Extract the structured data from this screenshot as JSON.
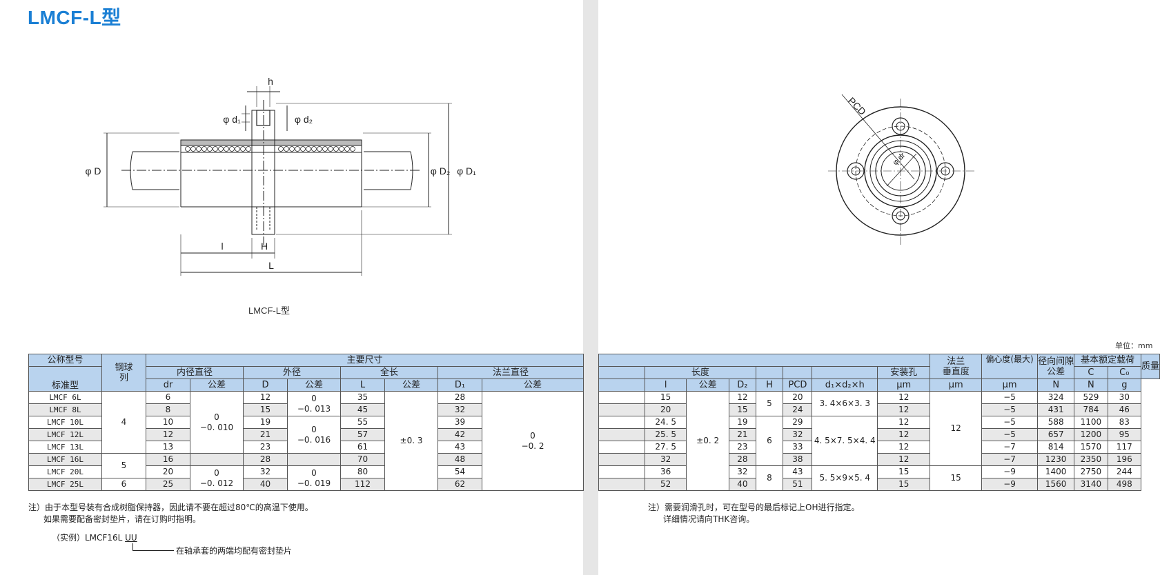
{
  "title": "LMCF-L型",
  "drawing": {
    "caption": "LMCF-L型",
    "labels": {
      "h": "h",
      "d1": "φ d₁",
      "d2": "φ d₂",
      "D": "φ D",
      "D2": "φ D₂",
      "D1": "φ D₁",
      "l": "l",
      "H": "H",
      "L": "L",
      "PCD": "PCD",
      "dr": "φ dr"
    }
  },
  "unit_label": "单位：mm",
  "left_table": {
    "h_model": "公称型号",
    "h_std": "标准型",
    "h_ball1": "钢球",
    "h_ball2": "列",
    "h_main": "主要尺寸",
    "h_bore": "内径直径",
    "h_outer": "外径",
    "h_len": "全长",
    "h_flange": "法兰直径",
    "h_dr": "dr",
    "h_tol": "公差",
    "h_D": "D",
    "h_L": "L",
    "h_D1": "D₁",
    "models": [
      "LMCF 6L",
      "LMCF 8L",
      "LMCF 10L",
      "LMCF 12L",
      "LMCF 13L",
      "LMCF 16L",
      "LMCF 20L",
      "LMCF 25L"
    ],
    "balls": [
      "4",
      "5",
      "6"
    ],
    "dr": [
      "6",
      "8",
      "10",
      "12",
      "13",
      "16",
      "20",
      "25"
    ],
    "dr_tol_a": [
      "0",
      "−0. 010"
    ],
    "dr_tol_b": [
      "0",
      "−0. 012"
    ],
    "D": [
      "12",
      "15",
      "19",
      "21",
      "23",
      "28",
      "32",
      "40"
    ],
    "D_tol_a": [
      "0",
      "−0. 013"
    ],
    "D_tol_b": [
      "0",
      "−0. 016"
    ],
    "D_tol_c": [
      "0",
      "−0. 019"
    ],
    "L": [
      "35",
      "45",
      "55",
      "57",
      "61",
      "70",
      "80",
      "112"
    ],
    "L_tol": "±0. 3",
    "D1": [
      "28",
      "32",
      "39",
      "42",
      "43",
      "48",
      "54",
      "62"
    ],
    "D1_tol": [
      "0",
      "−0. 2"
    ]
  },
  "right_table": {
    "h_length": "长度",
    "h_l": "l",
    "h_tol": "公差",
    "h_D2": "D₂",
    "h_H": "H",
    "h_PCD": "PCD",
    "h_hole": "安装孔",
    "h_hole_sub": "d₁×d₂×h",
    "h_perp1": "法兰",
    "h_perp2": "垂直度",
    "h_um": "μm",
    "h_ecc": "偏心度(最大)",
    "h_clr1": "径向间隙",
    "h_clr2": "公差",
    "h_load": "基本额定载荷",
    "h_C": "C",
    "h_C0": "C₀",
    "h_N": "N",
    "h_mass": "质量",
    "h_g": "g",
    "l": [
      "15",
      "20",
      "24. 5",
      "25. 5",
      "27. 5",
      "32",
      "36",
      "52"
    ],
    "l_tol": "±0. 2",
    "D2": [
      "12",
      "15",
      "19",
      "21",
      "23",
      "28",
      "32",
      "40"
    ],
    "H": [
      "5",
      "6",
      "8"
    ],
    "PCD": [
      "20",
      "24",
      "29",
      "32",
      "33",
      "38",
      "43",
      "51"
    ],
    "holes": [
      "3. 4×6×3. 3",
      "4. 5×7. 5×4. 4",
      "5. 5×9×5. 4"
    ],
    "perp": [
      "12",
      "12",
      "12",
      "12",
      "12",
      "12",
      "15",
      "15"
    ],
    "ecc": [
      "12",
      "15"
    ],
    "clearance": [
      "−5",
      "−5",
      "−5",
      "−5",
      "−7",
      "−7",
      "−9",
      "−9"
    ],
    "C": [
      "324",
      "431",
      "588",
      "657",
      "814",
      "1230",
      "1400",
      "1560"
    ],
    "C0": [
      "529",
      "784",
      "1100",
      "1200",
      "1570",
      "2350",
      "2750",
      "3140"
    ],
    "mass": [
      "30",
      "46",
      "83",
      "95",
      "117",
      "196",
      "244",
      "498"
    ]
  },
  "notes_left": [
    "注）由于本型号装有合成树脂保持器，因此请不要在超过80℃的高温下使用。",
    "如果需要配备密封垫片，请在订购时指明。"
  ],
  "example": {
    "prefix": "（实例）LMCF16L",
    "code": "UU",
    "desc": "在轴承套的两端均配有密封垫片"
  },
  "notes_right": [
    "注）需要润滑孔时，可在型号的最后标记上OH进行指定。",
    "详细情况请向THK咨询。"
  ]
}
